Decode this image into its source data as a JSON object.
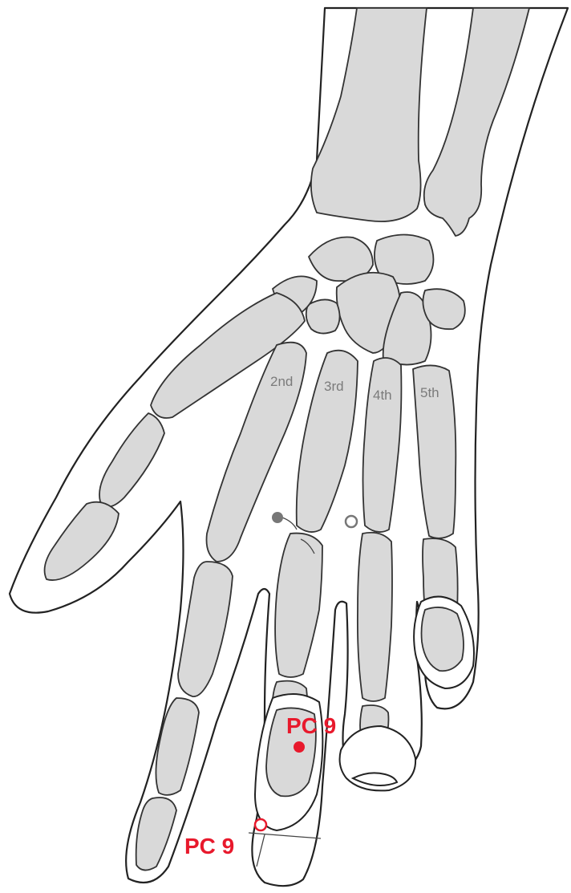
{
  "bone_labels": {
    "second": "2nd",
    "third": "3rd",
    "fourth": "4th",
    "fifth": "5th"
  },
  "points": {
    "upper_label": "PC 9",
    "lower_label": "PC 9"
  },
  "colors": {
    "bone_fill": "#d9d9d9",
    "outline": "#222222",
    "point_red": "#e8192c",
    "reference_dot": "#777777",
    "label_gray": "#7b7b7b"
  }
}
